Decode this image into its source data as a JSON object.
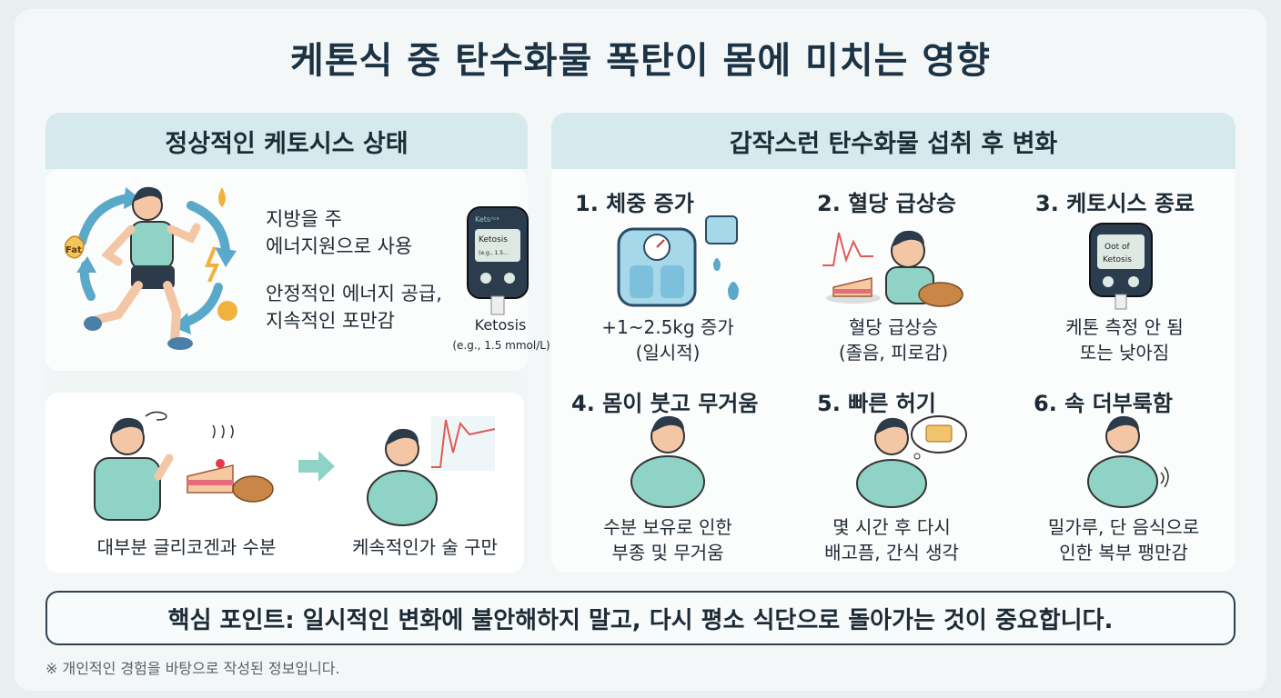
{
  "title": "케톤식 중 탄수화물 폭탄이 몸에 미치는 영향",
  "left_panel": {
    "header": "정상적인 케토시스 상태",
    "fat_label": "Fat",
    "meter_brand": "Ketsᴬᶜᵃ",
    "meter_screen": "Ketosis",
    "meter_screen_sub": "(e.g., 1.5...",
    "text_line1": "지방을 주",
    "text_line2": "에너지원으로 사용",
    "text_line3": "안정적인 에너지 공급,",
    "text_line4": "지속적인 포만감",
    "meter_caption": "Ketosis",
    "meter_caption_sub": "(e.g., 1.5 mmol/L)",
    "bottom_caption_left": "대부분 글리코겐과 수분",
    "bottom_caption_right": "케속적인가 술 구만"
  },
  "right_panel": {
    "header": "갑작스런 탄수화물 섭취 후 변화",
    "items": [
      {
        "title": "1. 체중 증가",
        "line1": "+1~2.5kg 증가",
        "line2": "(일시적)"
      },
      {
        "title": "2. 혈당 급상승",
        "line1": "혈당 급상승",
        "line2": "(졸음, 피로감)"
      },
      {
        "title": "3. 케토시스 종료",
        "line1": "케톤 측정 안 됨",
        "line2": "또는 낮아짐"
      },
      {
        "title": "4. 몸이 붓고 무거움",
        "line1": "수분 보유로 인한",
        "line2": "부종 및 무거움"
      },
      {
        "title": "5. 빠른 허기",
        "line1": "몇 시간 후 다시",
        "line2": "배고픔, 간식 생각"
      },
      {
        "title": "6. 속 더부룩함",
        "line1": "밀가루, 단 음식으로",
        "line2": "인한 복부 팽만감"
      }
    ],
    "meter3_line1": "Oot of",
    "meter3_line2": "Ketosis"
  },
  "key_point": "핵심 포인트: 일시적인 변화에 불안해하지 말고, 다시 평소 식단으로 돌아가는 것이 중요합니다.",
  "note": "※ 개인적인 경험을 바탕으로 작성된 정보입니다.",
  "colors": {
    "teal": "#7cc9c4",
    "header": "#d6e9ec",
    "navy": "#1c3346",
    "skin": "#f3c7a6",
    "shirt": "#8fd3c7"
  }
}
